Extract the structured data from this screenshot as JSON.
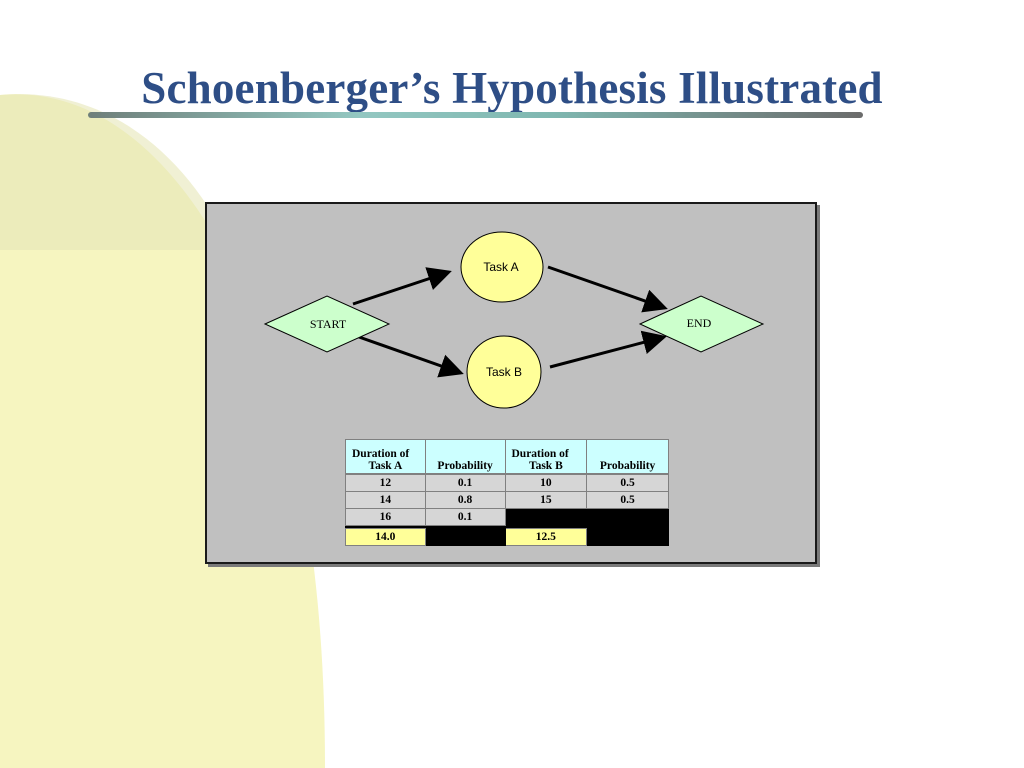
{
  "slide": {
    "title": "Schoenberger’s Hypothesis Illustrated"
  },
  "colors": {
    "title": "#2e4e86",
    "background_shape": "#f7f6c4",
    "panel": "#c0c0c0",
    "task_node": "#ffff99",
    "start_end_node": "#ccffcc",
    "table_header": "#ccffff",
    "mean_cell": "#ffff99"
  },
  "diagram": {
    "nodes": {
      "start": "START",
      "end": "END",
      "task_a": "Task A",
      "task_b": "Task B"
    }
  },
  "table": {
    "task_a": {
      "header_line1": "Duration of",
      "header_line2": "Task A",
      "prob_header": "Probability",
      "rows": [
        {
          "duration": "12",
          "probability": "0.1"
        },
        {
          "duration": "14",
          "probability": "0.8"
        },
        {
          "duration": "16",
          "probability": "0.1"
        }
      ],
      "mean": "14.0"
    },
    "task_b": {
      "header_line1": "Duration of",
      "header_line2": "Task B",
      "prob_header": "Probability",
      "rows": [
        {
          "duration": "10",
          "probability": "0.5"
        },
        {
          "duration": "15",
          "probability": "0.5"
        }
      ],
      "mean": "12.5"
    }
  }
}
